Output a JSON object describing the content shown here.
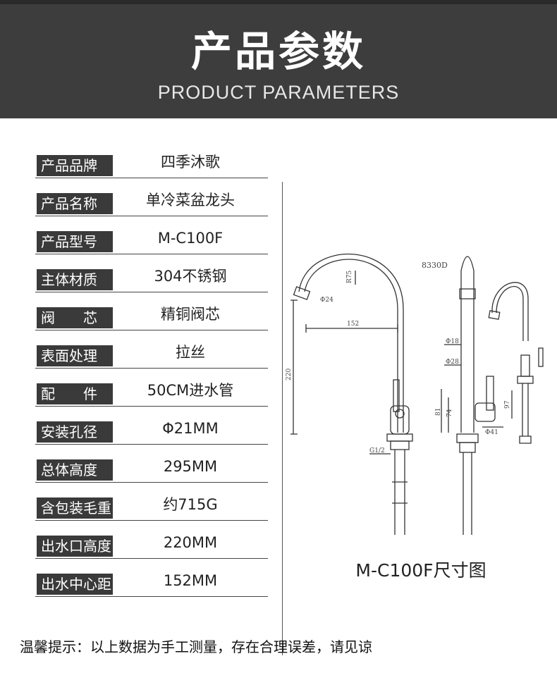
{
  "header": {
    "title": "产品参数",
    "subtitle": "PRODUCT PARAMETERS"
  },
  "params": [
    {
      "label": "产品品牌",
      "value": "四季沐歌"
    },
    {
      "label": "产品名称",
      "value": "单冷菜盆龙头"
    },
    {
      "label": "产品型号",
      "value": "M-C100F"
    },
    {
      "label": "主体材质",
      "value": "304不锈钢"
    },
    {
      "label": "阀　　芯",
      "value": "精铜阀芯"
    },
    {
      "label": "表面处理",
      "value": "拉丝"
    },
    {
      "label": "配　　件",
      "value": "50CM进水管"
    },
    {
      "label": "安装孔径",
      "value": "Φ21MM"
    },
    {
      "label": "总体高度",
      "value": "295MM"
    },
    {
      "label": "含包装毛重",
      "value": "约715G"
    },
    {
      "label": "出水口高度",
      "value": "220MM"
    },
    {
      "label": "出水中心距",
      "value": "152MM"
    }
  ],
  "drawing": {
    "model_code": "8330D",
    "dims": {
      "r75": "R75",
      "d24": "Φ24",
      "w152": "152",
      "h220": "220",
      "g12": "G1/2",
      "d18": "Φ18",
      "d28": "Φ28",
      "h81": "81",
      "h74": "74",
      "h97": "97",
      "d41": "Φ41"
    },
    "caption": "M-C100F尺寸图"
  },
  "note": "温馨提示：以上数据为手工测量，存在合理误差，请见谅"
}
